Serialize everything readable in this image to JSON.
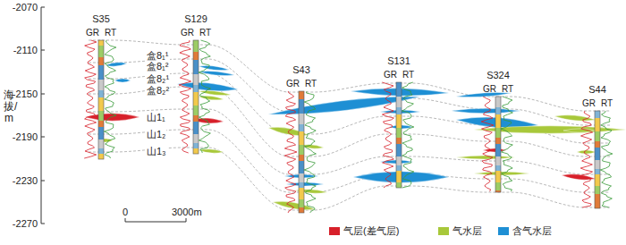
{
  "diagram": {
    "nodes": [
      {
        "text": [
          "S35",
          "GR",
          "RT"
        ]
      },
      {
        "text": [
          "S129",
          "GR",
          "RT"
        ]
      },
      {
        "text": [
          "S43",
          "GR",
          "RT"
        ]
      },
      {
        "text": [
          "S131",
          "GR",
          "RT"
        ]
      },
      {
        "text": [
          "S324",
          "GR",
          "RT"
        ]
      },
      {
        "text": [
          "S44",
          "GR",
          "RT"
        ]
      }
    ],
    "labels": [
      "-2070",
      "-2110",
      "-2150",
      "-2190",
      "-2230",
      "-2270",
      "海拔/m",
      "盒8₁¹",
      "盒8₁²",
      "盒8₂¹",
      "盒8₂²",
      "山1₁",
      "山1₂",
      "山1₃",
      "0",
      "3000m"
    ],
    "legend": [
      {
        "text": "气层(差气层)",
        "color": "#d7202a"
      },
      {
        "text": "气水层",
        "color": "#a8c83a"
      },
      {
        "text": "含气水层",
        "color": "#1e8fd4"
      }
    ]
  }
}
